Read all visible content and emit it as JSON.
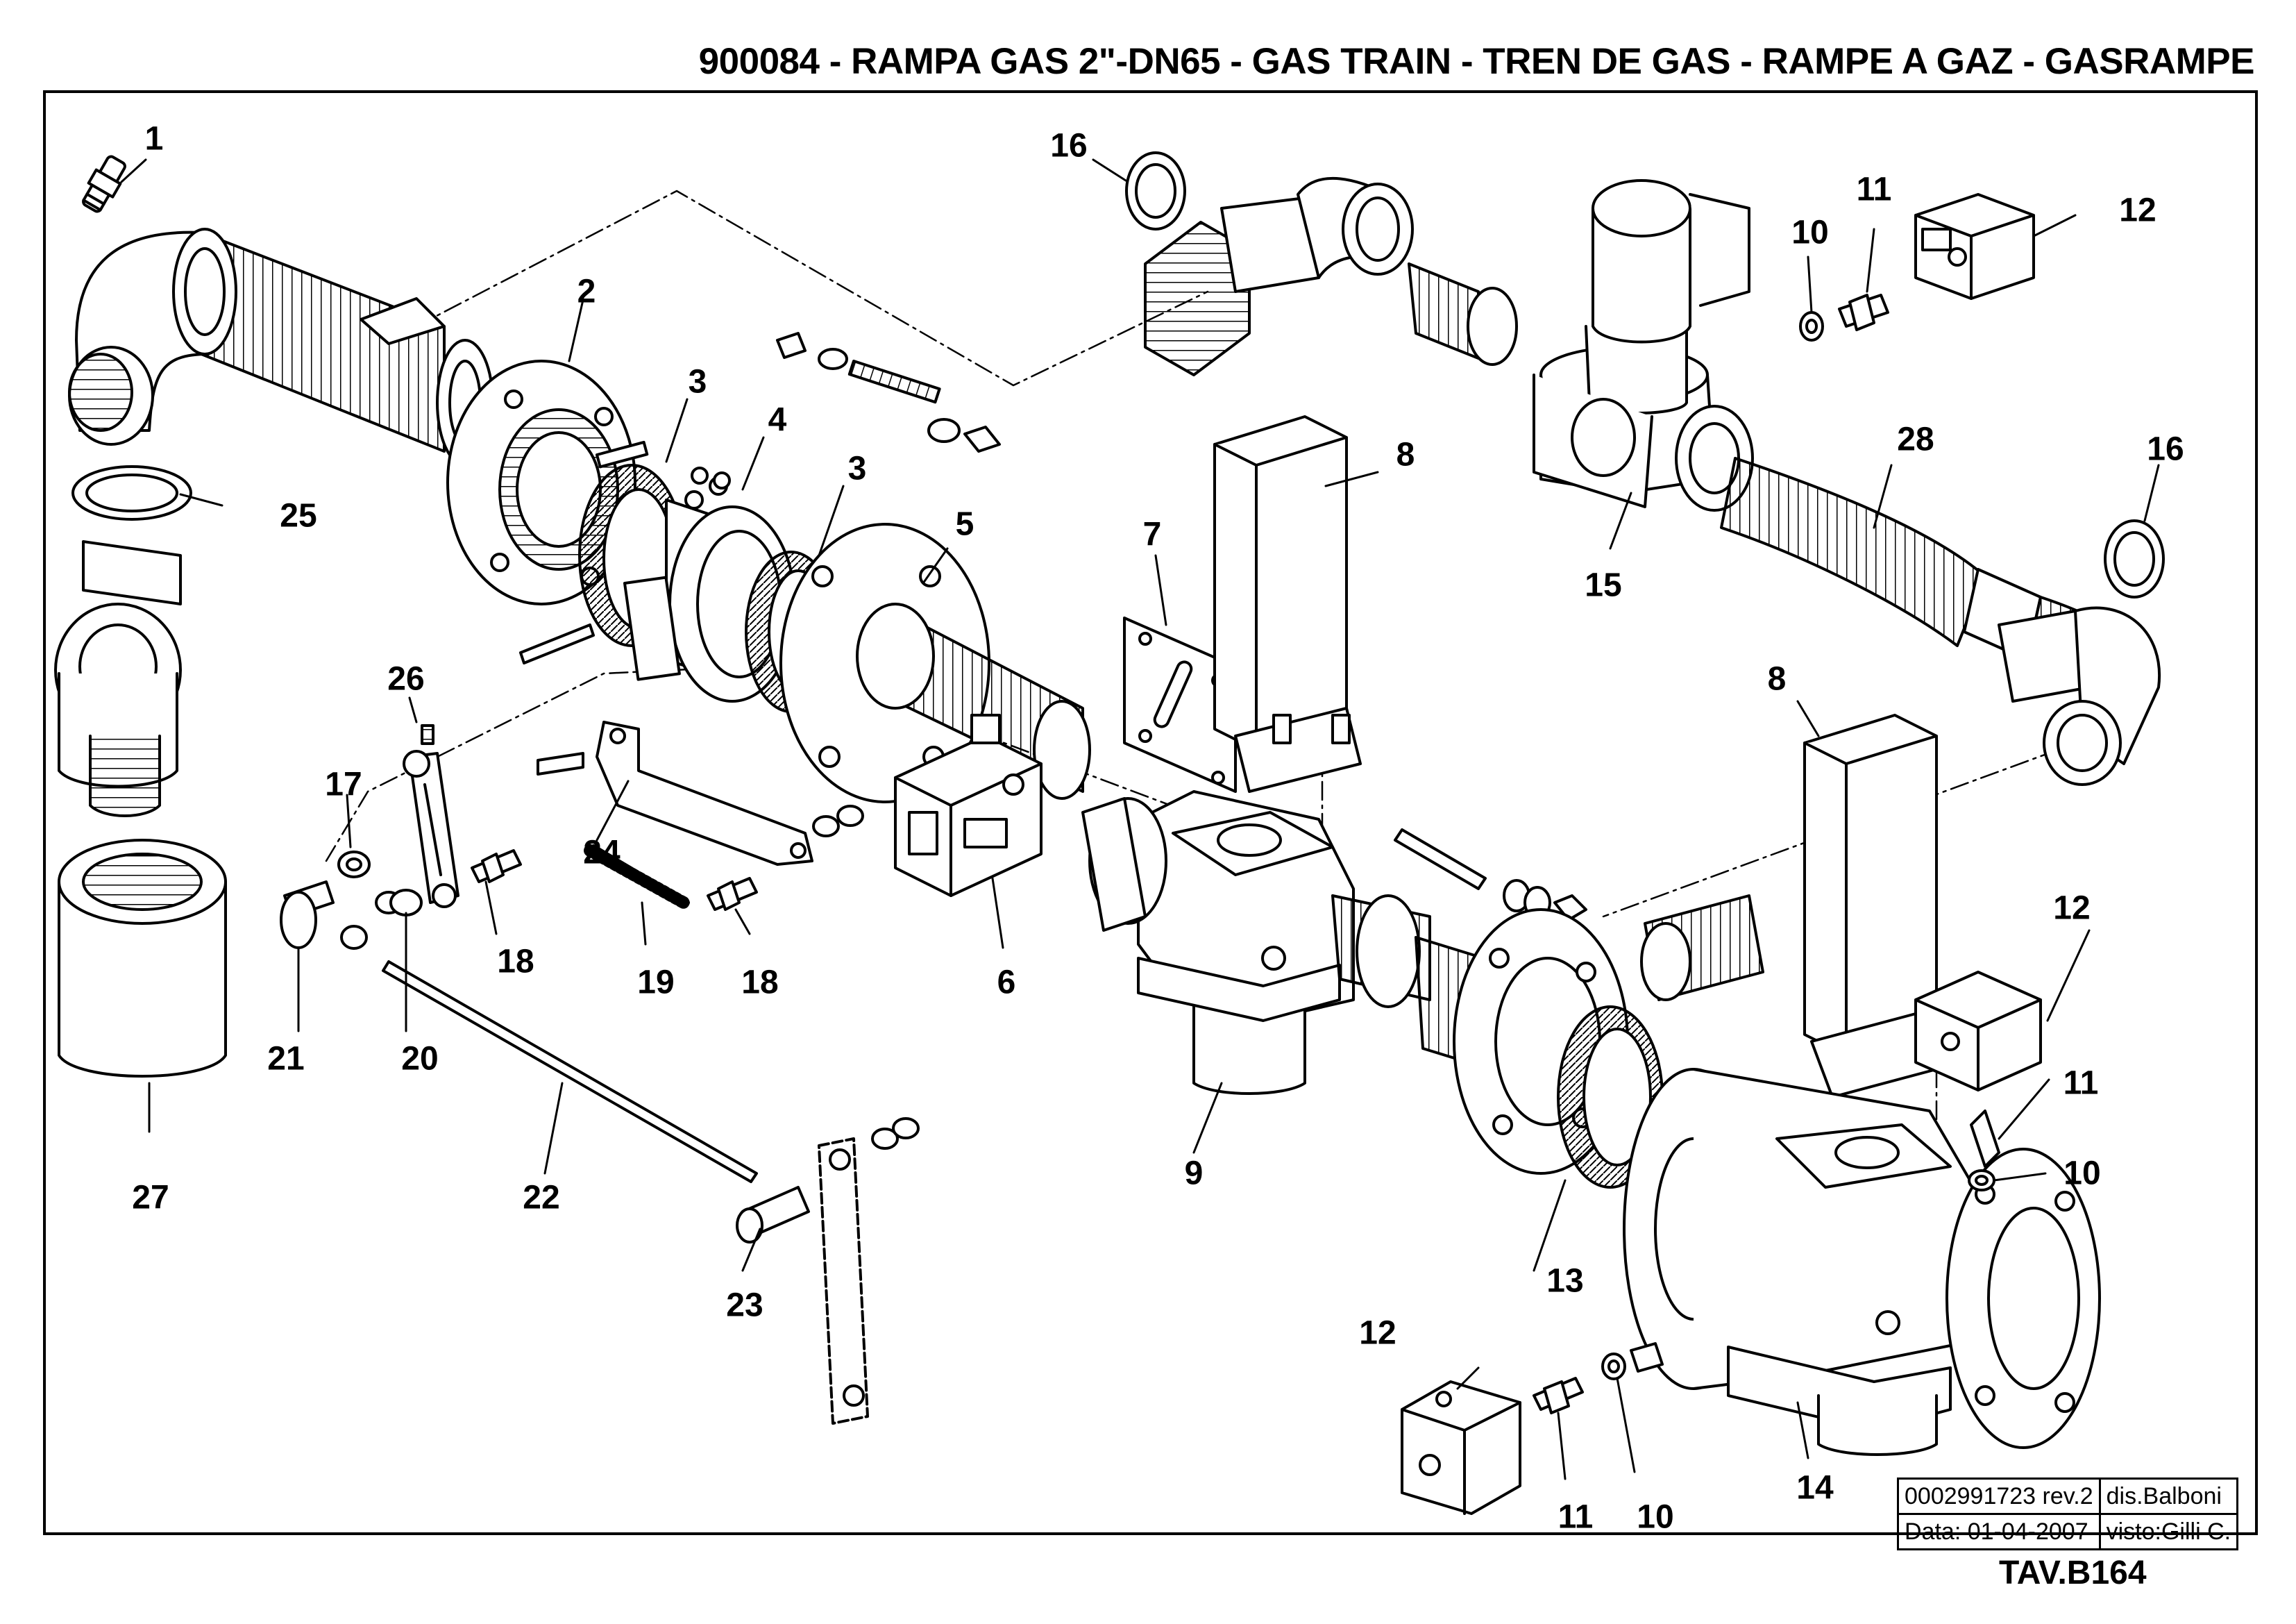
{
  "header": {
    "title": "900084 - RAMPA GAS  2\"-DN65 - GAS TRAIN - TREN DE GAS - RAMPE A GAZ - GASRAMPE"
  },
  "callouts": {
    "c1": "1",
    "c2": "2",
    "c3a": "3",
    "c3b": "3",
    "c4": "4",
    "c5": "5",
    "c6": "6",
    "c7": "7",
    "c8a": "8",
    "c8b": "8",
    "c9": "9",
    "c10a": "10",
    "c10b": "10",
    "c10c": "10",
    "c11a": "11",
    "c11b": "11",
    "c11c": "11",
    "c12a": "12",
    "c12b": "12",
    "c12c": "12",
    "c13": "13",
    "c14": "14",
    "c15": "15",
    "c16a": "16",
    "c16b": "16",
    "c17": "17",
    "c18a": "18",
    "c18b": "18",
    "c19": "19",
    "c20": "20",
    "c21": "21",
    "c22": "22",
    "c23": "23",
    "c24": "24",
    "c25": "25",
    "c26": "26",
    "c27": "27",
    "c28": "28"
  },
  "title_block": {
    "drawing_code": "0002991723 rev.2",
    "drawn_by": "dis.Balboni",
    "date": "Data:  01-04-2007",
    "checked_by": "visto:Gilli C.",
    "table_ref": "TAV.B164"
  }
}
